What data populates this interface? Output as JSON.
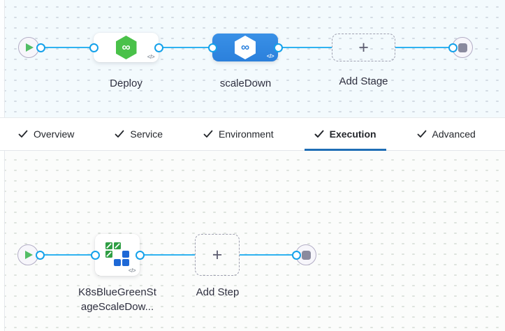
{
  "stage_pipeline": {
    "start_node": {
      "icon": "play-icon"
    },
    "end_node": {
      "icon": "stop-icon"
    },
    "stages": [
      {
        "label": "Deploy",
        "icon": "harness-cd-icon",
        "selected": false
      },
      {
        "label": "scaleDown",
        "icon": "harness-cd-icon",
        "selected": true
      }
    ],
    "add_stage": {
      "label": "Add Stage",
      "icon": "plus-icon"
    }
  },
  "tabs": {
    "check_glyph": "✓",
    "items": [
      {
        "label": "Overview",
        "checked": true,
        "active": false
      },
      {
        "label": "Service",
        "checked": true,
        "active": false
      },
      {
        "label": "Environment",
        "checked": true,
        "active": false
      },
      {
        "label": "Execution",
        "checked": true,
        "active": true
      },
      {
        "label": "Advanced",
        "checked": true,
        "active": false
      }
    ]
  },
  "step_pipeline": {
    "start_node": {
      "icon": "play-icon"
    },
    "end_node": {
      "icon": "stop-icon"
    },
    "steps": [
      {
        "full_label": "K8sBlueGreenStageScaleDow...",
        "label_lines": [
          "K8sBlueGreenSt",
          "ageScaleDow..."
        ],
        "icon": "k8s-scale-down-icon"
      }
    ],
    "add_step": {
      "label": "Add Step",
      "icon": "plus-icon"
    }
  },
  "glyphs": {
    "plus": "+",
    "code": "</>",
    "infinity": "∞"
  },
  "colors": {
    "stage_canvas_bg": "#F3FAFD",
    "step_canvas_bg": "#FBFCFB",
    "selected_stage_blue": "#2F86E1",
    "connector_line": "#2FB3F1",
    "port_ring": "#14A1EA",
    "active_tab_underline": "#1F6EB6",
    "deploy_icon_green": "#49C149",
    "k8s_icon_green": "#2F9E44",
    "k8s_icon_blue": "#1E68D6",
    "play_green": "#53BD66",
    "stop_gray": "#8A8A9E"
  }
}
